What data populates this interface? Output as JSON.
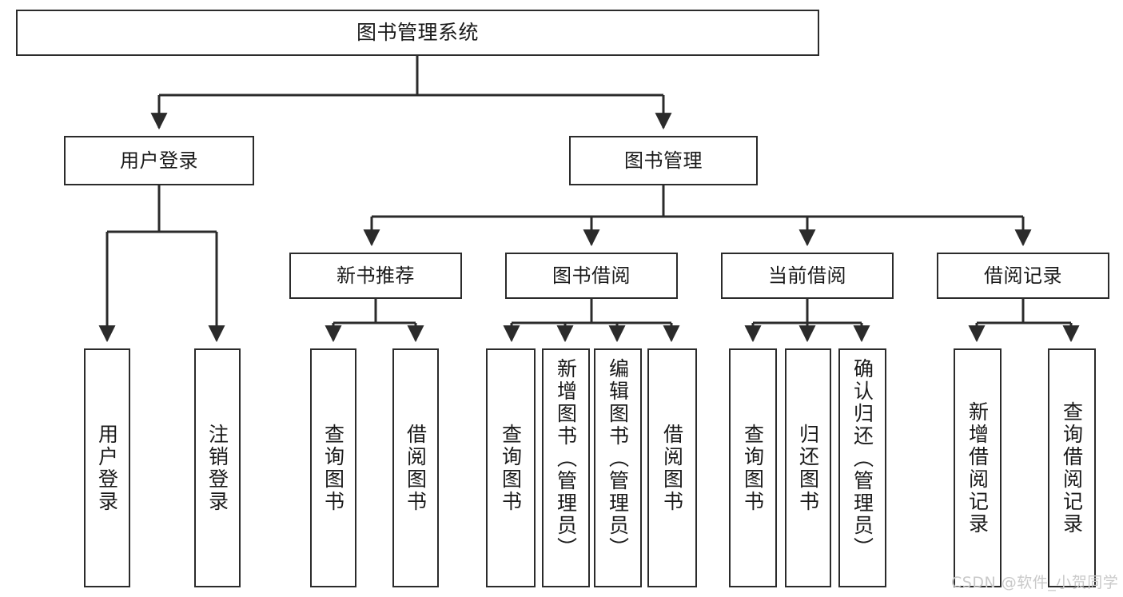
{
  "diagram": {
    "title": "图书管理系统",
    "type": "tree-hierarchy",
    "root": {
      "label": "图书管理系统"
    },
    "level1": [
      {
        "label": "用户登录"
      },
      {
        "label": "图书管理"
      }
    ],
    "level2": [
      {
        "label": "新书推荐"
      },
      {
        "label": "图书借阅"
      },
      {
        "label": "当前借阅"
      },
      {
        "label": "借阅记录"
      }
    ],
    "leaves": {
      "user_login": [
        {
          "label": "用户登录"
        },
        {
          "label": "注销登录"
        }
      ],
      "new_book_recommend": [
        {
          "label": "查询图书"
        },
        {
          "label": "借阅图书"
        }
      ],
      "book_borrow": [
        {
          "label": "查询图书"
        },
        {
          "label": "新增图书（管理员）"
        },
        {
          "label": "编辑图书（管理员）"
        },
        {
          "label": "借阅图书"
        }
      ],
      "current_borrow": [
        {
          "label": "查询图书"
        },
        {
          "label": "归还图书"
        },
        {
          "label": "确认归还（管理员）"
        }
      ],
      "borrow_record": [
        {
          "label": "新增借阅记录"
        },
        {
          "label": "查询借阅记录"
        }
      ]
    }
  },
  "watermark": {
    "text": "CSDN @软件_小贺同学"
  },
  "colors": {
    "stroke": "#2b2b2b",
    "fill": "#ffffff",
    "text": "#1a1a1a",
    "watermark": "#c9c9c9"
  }
}
